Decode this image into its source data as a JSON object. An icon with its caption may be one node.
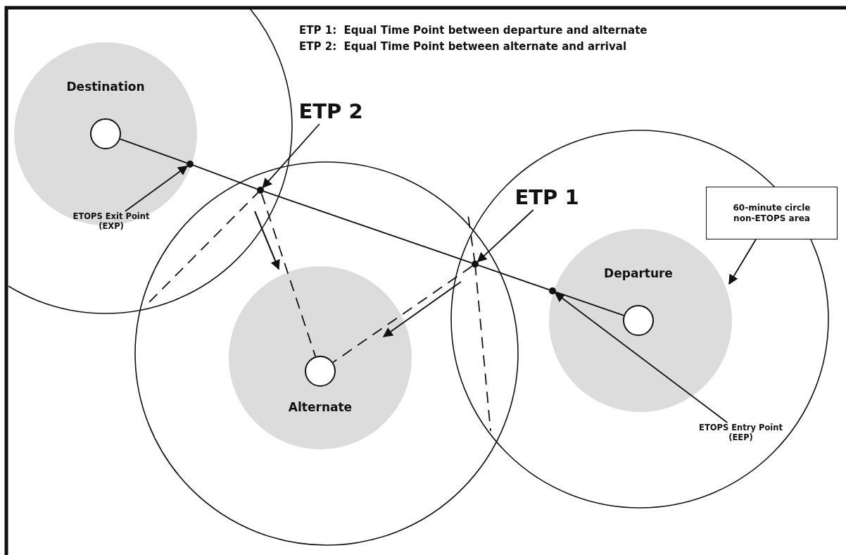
{
  "diagram": {
    "nodes": [
      {
        "text": [
          "Destination"
        ]
      },
      {
        "text": [
          "Alternate"
        ]
      },
      {
        "text": [
          "Departure"
        ]
      },
      {
        "text": [],
        "shape": "circle"
      },
      {
        "text": [],
        "shape": "circle"
      },
      {
        "text": [],
        "shape": "circle"
      },
      {
        "text": [],
        "shape": "circle"
      },
      {
        "text": [
          "ETOPS Exit Point (EXP)"
        ]
      },
      {
        "text": [
          "ETP 2"
        ]
      },
      {
        "text": [
          "ETP 1"
        ]
      },
      {
        "text": [
          "ETOPS Entry Point (EEP)"
        ]
      },
      {
        "text": [
          "60-minute circle non-ETOPS area"
        ]
      }
    ],
    "edges": [
      {
        "from": 0,
        "to": 3,
        "arrow": "none"
      },
      {
        "from": 3,
        "to": 4,
        "arrow": "none"
      },
      {
        "from": 4,
        "to": 5,
        "arrow": "none"
      },
      {
        "from": 5,
        "to": 6,
        "arrow": "none"
      },
      {
        "from": 6,
        "to": 2,
        "arrow": "none"
      },
      {
        "from": 4,
        "to": 1,
        "arrow": "none",
        "style": "dashed"
      },
      {
        "from": 5,
        "to": 1,
        "arrow": "none",
        "style": "dashed"
      },
      {
        "from": 7,
        "to": 3,
        "arrow": "to"
      },
      {
        "from": 8,
        "to": 4,
        "arrow": "to"
      },
      {
        "from": 9,
        "to": 5,
        "arrow": "to"
      },
      {
        "from": 10,
        "to": 6,
        "arrow": "to"
      },
      {
        "from": 11,
        "to": null,
        "arrow": "to"
      }
    ],
    "labels": [
      "ETP 1:  Equal Time Point between departure and alternate",
      "ETP 2:  Equal Time Point between alternate and arrival"
    ]
  }
}
